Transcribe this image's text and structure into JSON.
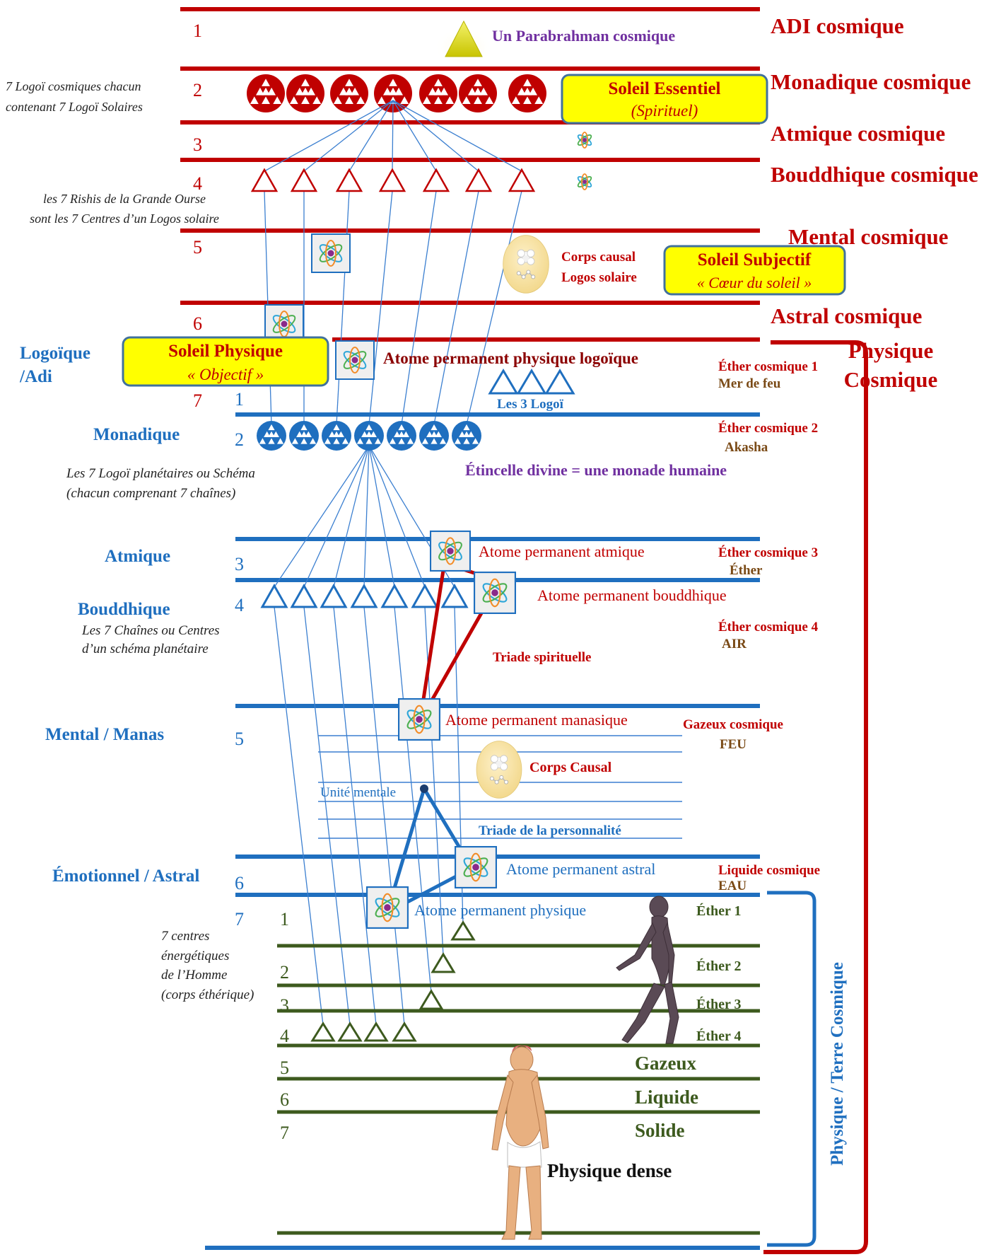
{
  "colors": {
    "cosmic_red": "#c00000",
    "blue": "#1f6fbf",
    "thin_blue": "#3b7fd0",
    "green": "#3d5a1e",
    "purple": "#7030a0",
    "brown": "#7a4a16",
    "yellow_box": "#ffff00"
  },
  "cosmic_planes": {
    "numbers": [
      "1",
      "2",
      "3",
      "4",
      "5",
      "6",
      "7"
    ],
    "names": [
      "ADI cosmique",
      "Monadique cosmique",
      "Atmique cosmique",
      "Bouddhique cosmique",
      "Mental cosmique",
      "Astral cosmique"
    ],
    "physique_cosmique": [
      "Physique",
      "Cosmique"
    ],
    "parabrahman": "Un Parabrahman cosmique",
    "logoi_cosmiques": [
      "7 Logoï cosmiques chacun",
      "contenant 7 Logoï Solaires"
    ],
    "rishis": [
      "les 7 Rishis de la Grande Ourse",
      "sont les 7 Centres d’un Logos solaire"
    ],
    "soleil_essentiel": {
      "title": "Soleil Essentiel",
      "subtitle": "(Spirituel)"
    },
    "soleil_subjectif": {
      "title": "Soleil Subjectif",
      "subtitle": "« Cœur du soleil »"
    },
    "soleil_physique": {
      "title": "Soleil Physique",
      "subtitle": "« Objectif »"
    },
    "corps_causal_logos": [
      "Corps causal",
      "Logos solaire"
    ],
    "atome_logoique": "Atome permanent physique logoïque"
  },
  "systemic_planes": {
    "logoique": [
      "Logoïque",
      "/Adi"
    ],
    "numbers": [
      "1",
      "2",
      "3",
      "4",
      "5",
      "6",
      "7"
    ],
    "monadique": "Monadique",
    "atmique": "Atmique",
    "bouddhique": "Bouddhique",
    "mental": "Mental / Manas",
    "emotionnel": "Émotionnel / Astral",
    "les_3_logoi": "Les 3 Logoï",
    "logoi_planetaires": [
      "Les 7 Logoï planétaires  ou Schéma",
      "(chacun comprenant 7 chaînes)"
    ],
    "etincelle": "Étincelle divine = une monade humaine",
    "chaines": [
      "Les 7 Chaînes ou Centres",
      "d’un schéma planétaire"
    ],
    "atome_atmique": "Atome permanent atmique",
    "atome_bouddhique": "Atome permanent bouddhique",
    "triade_spirituelle": "Triade spirituelle",
    "atome_manasique": "Atome permanent manasique",
    "corps_causal": "Corps Causal",
    "unite_mentale": "Unité mentale",
    "triade_personnalite": "Triade de la personnalité",
    "atome_astral": "Atome permanent astral",
    "atome_physique": "Atome permanent physique"
  },
  "cosmic_ethers": [
    {
      "name": "Éther cosmique 1",
      "sub": "Mer de feu"
    },
    {
      "name": "Éther cosmique 2",
      "sub": "Akasha"
    },
    {
      "name": "Éther cosmique 3",
      "sub": "Éther"
    },
    {
      "name": "Éther cosmique 4",
      "sub": "AIR"
    },
    {
      "name": "Gazeux cosmique",
      "sub": "FEU"
    },
    {
      "name": "Liquide cosmique",
      "sub": "EAU"
    }
  ],
  "physical_subplanes": {
    "numbers": [
      "1",
      "2",
      "3",
      "4",
      "5",
      "6",
      "7"
    ],
    "names": [
      "Éther 1",
      "Éther 2",
      "Éther 3",
      "Éther 4",
      "Gazeux",
      "Liquide",
      "Solide"
    ],
    "centres": [
      "7 centres",
      "énergétiques",
      "de l’Homme",
      "(corps éthérique)"
    ],
    "physique_dense": "Physique dense",
    "terre_cosmique": "Physique / Terre Cosmique"
  }
}
